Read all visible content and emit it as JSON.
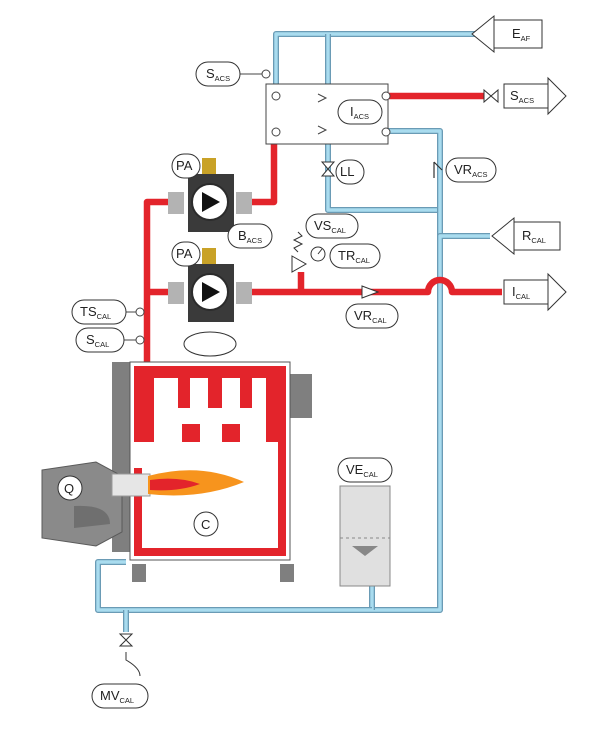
{
  "colors": {
    "hot_pipe": "#e3242b",
    "cold_pipe": "#a9dcef",
    "cold_pipe_outline": "#6a9bb5",
    "boiler_body": "#7f7f7f",
    "flame_outer": "#f7941d",
    "flame_inner": "#e3242b",
    "pump_brass": "#c9a227"
  },
  "labels": {
    "e_af": {
      "main": "E",
      "sub": "AF"
    },
    "s_acs_in": {
      "main": "S",
      "sub": "ACS"
    },
    "s_acs_out": {
      "main": "S",
      "sub": "ACS"
    },
    "i_acs": {
      "main": "I",
      "sub": "ACS"
    },
    "ll": {
      "main": "LL",
      "sub": ""
    },
    "vr_acs": {
      "main": "VR",
      "sub": "ACS"
    },
    "pa_top": {
      "main": "PA",
      "sub": ""
    },
    "pa_bottom": {
      "main": "PA",
      "sub": ""
    },
    "b_acs": {
      "main": "B",
      "sub": "ACS"
    },
    "vs_cal": {
      "main": "VS",
      "sub": "CAL"
    },
    "tr_cal": {
      "main": "TR",
      "sub": "CAL"
    },
    "r_cal": {
      "main": "R",
      "sub": "CAL"
    },
    "i_cal": {
      "main": "I",
      "sub": "CAL"
    },
    "ts_cal": {
      "main": "TS",
      "sub": "CAL"
    },
    "s_cal": {
      "main": "S",
      "sub": "CAL"
    },
    "vr_cal": {
      "main": "VR",
      "sub": "CAL"
    },
    "ve_cal": {
      "main": "VE",
      "sub": "CAL"
    },
    "q": {
      "main": "Q",
      "sub": ""
    },
    "c": {
      "main": "C",
      "sub": ""
    },
    "mv_cal": {
      "main": "MV",
      "sub": "CAL"
    }
  }
}
